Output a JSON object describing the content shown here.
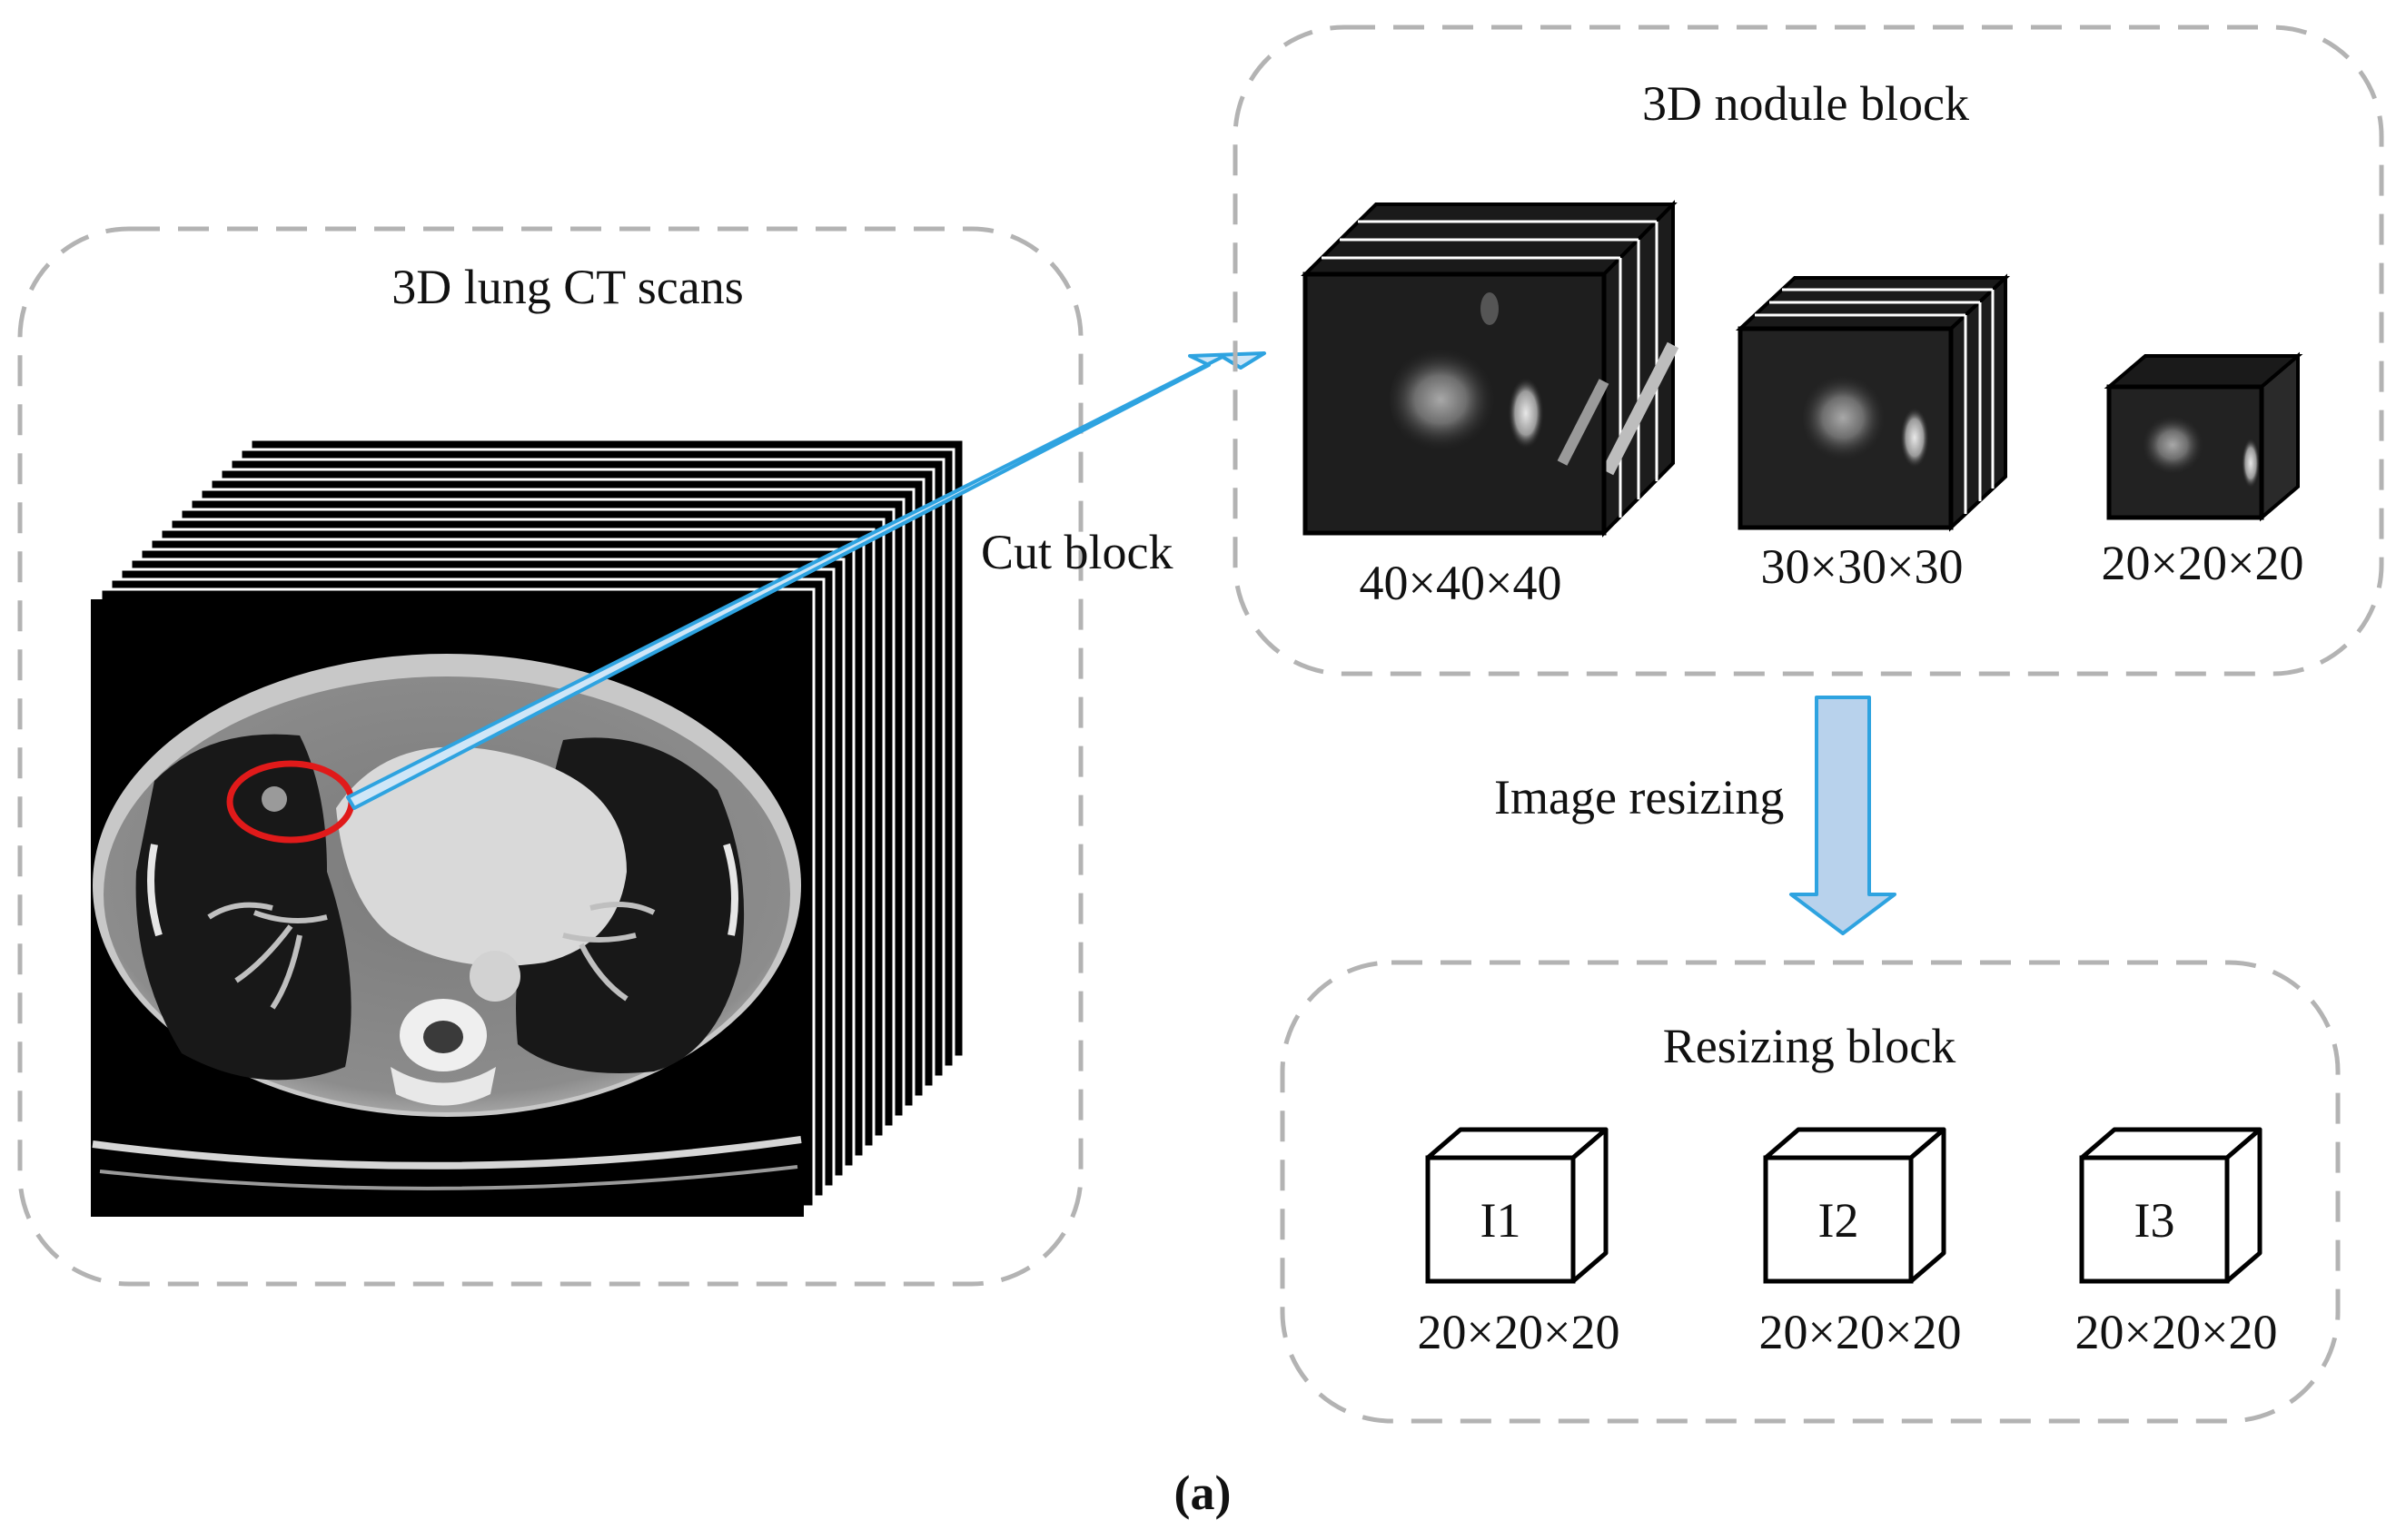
{
  "panels": {
    "ct": {
      "title": "3D lung CT scans"
    },
    "nodule": {
      "title": "3D nodule block",
      "blocks": [
        {
          "size_label": "40×40×40"
        },
        {
          "size_label": "30×30×30"
        },
        {
          "size_label": "20×20×20"
        }
      ]
    },
    "resize": {
      "title": "Resizing block",
      "cubes": [
        {
          "name": "I1",
          "size_label": "20×20×20"
        },
        {
          "name": "I2",
          "size_label": "20×20×20"
        },
        {
          "name": "I3",
          "size_label": "20×20×20"
        }
      ]
    }
  },
  "arrows": {
    "cut": {
      "label": "Cut block"
    },
    "resizing": {
      "label": "Image resizing"
    }
  },
  "caption": {
    "label": "(a)"
  },
  "colors": {
    "dashed_border": "#b3b3b3",
    "arrow_blue": "#2ea3e0",
    "arrow_fill": "#b8d2ec",
    "highlight_red": "#e01a1a"
  }
}
